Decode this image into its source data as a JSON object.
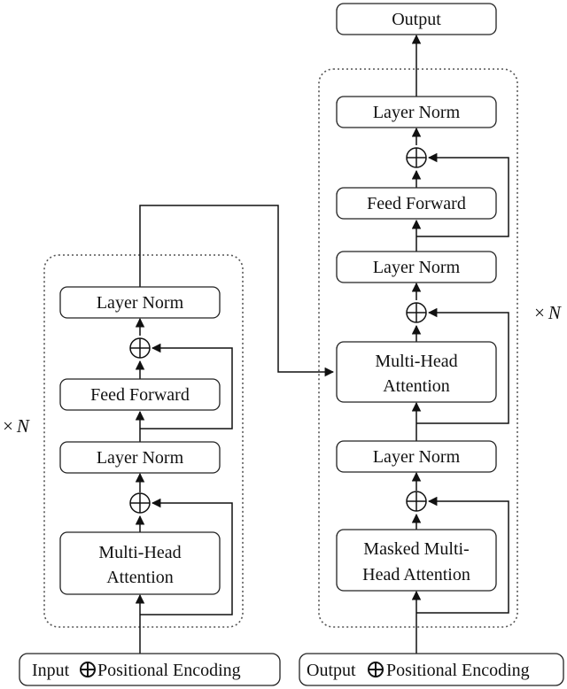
{
  "encoder": {
    "repeat_times": "×",
    "repeat_n": "N",
    "layer_norm_top": "Layer Norm",
    "feed_forward": "Feed Forward",
    "layer_norm_mid": "Layer Norm",
    "attention_line1": "Multi-Head",
    "attention_line2": "Attention",
    "input_left": "Input",
    "input_right": "Positional Encoding"
  },
  "decoder": {
    "output": "Output",
    "repeat_times": "×",
    "repeat_n": "N",
    "layer_norm_top": "Layer Norm",
    "feed_forward": "Feed Forward",
    "layer_norm_2": "Layer Norm",
    "cross_attention_line1": "Multi-Head",
    "cross_attention_line2": "Attention",
    "layer_norm_1": "Layer Norm",
    "masked_attention_line1": "Masked Multi-",
    "masked_attention_line2": "Head Attention",
    "input_left": "Output",
    "input_right": "Positional Encoding"
  }
}
